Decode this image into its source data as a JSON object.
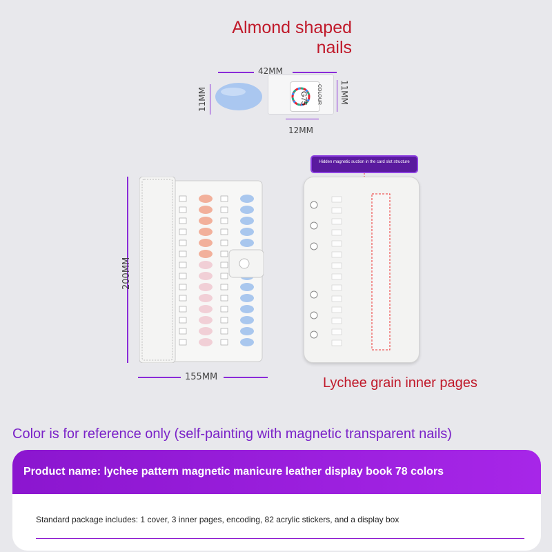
{
  "header": {
    "title_line1": "Almond shaped",
    "title_line2": "nails"
  },
  "nail_dims": {
    "length": "42MM",
    "height_left": "11MM",
    "height_right": "11MM",
    "tab_width": "12MM"
  },
  "tab_label": {
    "code": "G75",
    "text": "COLOUR"
  },
  "book_dims": {
    "height": "200MM",
    "width": "155MM"
  },
  "inner_page": {
    "callout": "Hidden magnetic suction in the card slot structure",
    "caption": "Lychee grain inner pages"
  },
  "note": "Color is for reference only (self-painting with magnetic transparent nails)",
  "product": {
    "name": "Product name: lychee pattern magnetic manicure leather display book 78 colors",
    "package": "Standard package includes: 1 cover, 3 inner pages, encoding, 82 acrylic stickers, and a display box"
  },
  "colors": {
    "accent_red": "#c0192a",
    "accent_purple": "#8b16cf",
    "nail_blue": "#a9c7ee",
    "nail_peach": "#f2b6a2",
    "nail_pink": "#f1cdd3"
  }
}
